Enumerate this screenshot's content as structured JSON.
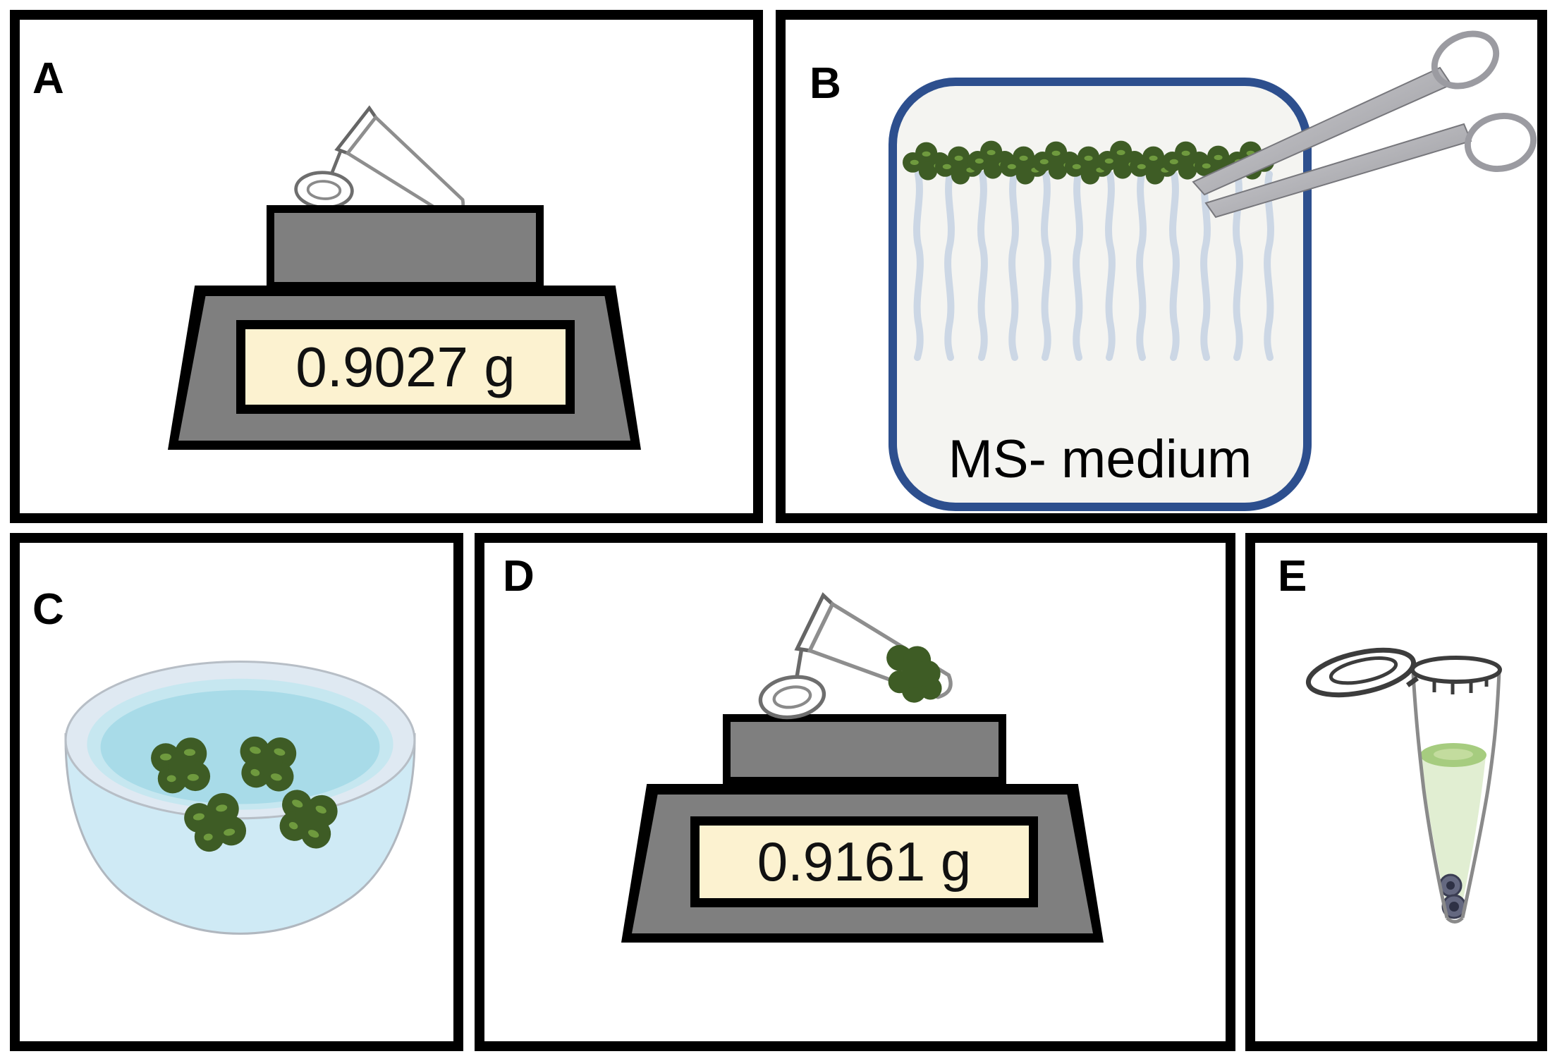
{
  "panels": {
    "A": {
      "label": "A",
      "balance_reading": "0.9027 g",
      "depicts": "empty open microcentrifuge tube on a balance"
    },
    "B": {
      "label": "B",
      "medium_label": "MS- medium",
      "depicts": "row of duckweed plants with roots in MS- medium vessel, roots being cut with scissors"
    },
    "C": {
      "label": "C",
      "depicts": "petri dish with floating duckweed plants"
    },
    "D": {
      "label": "D",
      "balance_reading": "0.9161 g",
      "depicts": "open microcentrifuge tube with duckweed cluster on a balance"
    },
    "E": {
      "label": "E",
      "depicts": "open microcentrifuge tube with green liquid and two metal beads"
    }
  },
  "counts": {
    "duckweed_plants_row": 11,
    "roots": 12,
    "petri_plants": 4,
    "beads": 2
  },
  "colors": {
    "panel_border": "#000000",
    "container_border_blue": "#2d4f8e",
    "container_fill": "#f4f4f1",
    "duckweed_green": "#3e5c25",
    "duckweed_spot_green": "#6f9a3e",
    "root_blue_gray": "#ccd7e5",
    "balance_gray": "#7f7f7f",
    "display_cream": "#fcf2d0",
    "petri_liquid": "#a8dbe8",
    "petri_body": "#cfeaf5",
    "tube_liquid": "#e1eed2",
    "tube_liquid_surface": "#a6cc7f",
    "bead_gray": "#5e6278"
  }
}
